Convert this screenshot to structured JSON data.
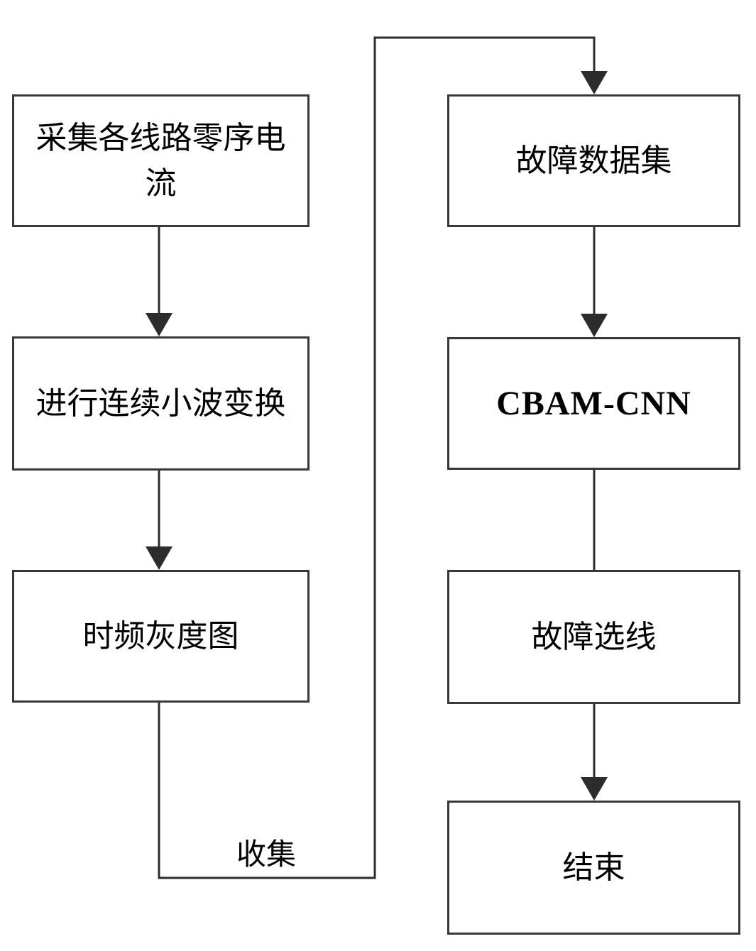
{
  "diagram": {
    "type": "flowchart",
    "nodes": [
      {
        "id": "collect-current",
        "label": "采集各线路零序电流",
        "column": "left",
        "row": 1
      },
      {
        "id": "continuous-wavelet",
        "label": "进行连续小波变换",
        "column": "left",
        "row": 2
      },
      {
        "id": "time-freq-grayscale",
        "label": "时频灰度图",
        "column": "left",
        "row": 3
      },
      {
        "id": "fault-dataset",
        "label": "故障数据集",
        "column": "right",
        "row": 1
      },
      {
        "id": "cbam-cnn",
        "label": "CBAM-CNN",
        "column": "right",
        "row": 2
      },
      {
        "id": "fault-line-selection",
        "label": "故障选线",
        "column": "right",
        "row": 3
      },
      {
        "id": "end",
        "label": "结束",
        "column": "right",
        "row": 4
      }
    ],
    "edges": [
      {
        "from": "collect-current",
        "to": "continuous-wavelet",
        "arrow": true,
        "label": ""
      },
      {
        "from": "continuous-wavelet",
        "to": "time-freq-grayscale",
        "arrow": true,
        "label": ""
      },
      {
        "from": "time-freq-grayscale",
        "to": "fault-dataset",
        "arrow": true,
        "label": "收集"
      },
      {
        "from": "fault-dataset",
        "to": "cbam-cnn",
        "arrow": true,
        "label": ""
      },
      {
        "from": "cbam-cnn",
        "to": "fault-line-selection",
        "arrow": false,
        "label": ""
      },
      {
        "from": "fault-line-selection",
        "to": "end",
        "arrow": true,
        "label": ""
      }
    ],
    "colors": {
      "background": "#ffffff",
      "box_border": "#383838",
      "line": "#2c2c2c",
      "text": "#000000"
    }
  }
}
